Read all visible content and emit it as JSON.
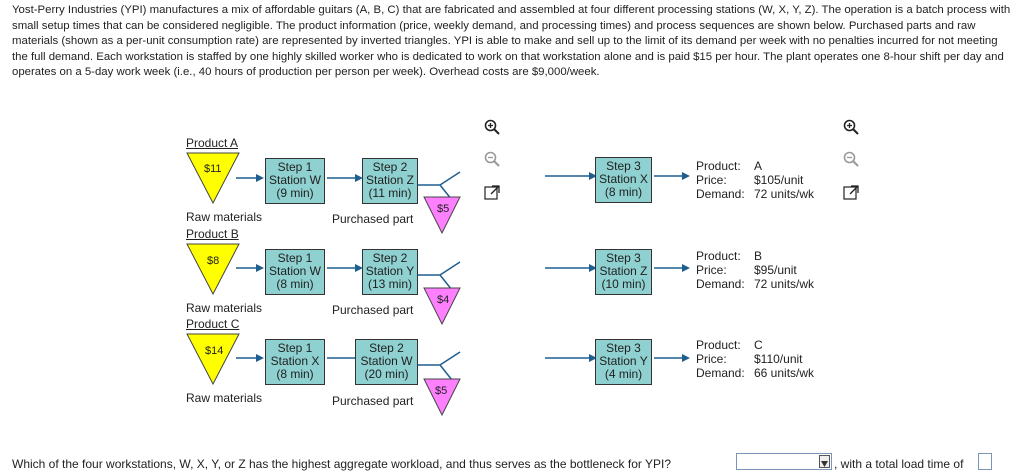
{
  "intro": "Yost-Perry Industries (YPI) manufactures a mix of affordable guitars (A, B, C) that are fabricated and assembled at four different processing stations (W, X, Y, Z). The operation is a batch process with small setup times that can be considered negligible. The product information (price, weekly demand, and processing times) and process sequences are shown below. Purchased parts and raw materials (shown as a per-unit consumption rate) are represented by inverted triangles. YPI is able to make and sell up to the limit of its demand per week with no penalties incurred for not meeting the full demand. Each workstation is staffed by one highly skilled worker who is dedicated to work on that workstation alone and is paid $15 per hour. The plant operates one 8-hour shift per day and operates on a 5-day work week (i.e., 40 hours of production per person per week). Overhead costs are $9,000/week.",
  "raw_label": "Raw materials",
  "purchased_label": "Purchased part",
  "products": [
    {
      "title": "Product A",
      "raw_cost": "$11",
      "purchased_cost": "$5",
      "step1": [
        "Step 1",
        "Station W",
        "(9 min)"
      ],
      "step2": [
        "Step 2",
        "Station Z",
        "(11 min)"
      ],
      "step3": [
        "Step 3",
        "Station X",
        "(8 min)"
      ],
      "info": {
        "product": "A",
        "price": "$105/unit",
        "demand": "72 units/wk"
      }
    },
    {
      "title": "Product B",
      "raw_cost": "$8",
      "purchased_cost": "$4",
      "step1": [
        "Step 1",
        "Station W",
        "(8 min)"
      ],
      "step2": [
        "Step 2",
        "Station Y",
        "(13 min)"
      ],
      "step3": [
        "Step 3",
        "Station Z",
        "(10 min)"
      ],
      "info": {
        "product": "B",
        "price": "$95/unit",
        "demand": "72 units/wk"
      }
    },
    {
      "title": "Product C",
      "raw_cost": "$14",
      "purchased_cost": "$5",
      "step1": [
        "Step 1",
        "Station X",
        "(8 min)"
      ],
      "step2": [
        "Step 2",
        "Station W",
        "(20 min)"
      ],
      "step3": [
        "Step 3",
        "Station Y",
        "(4 min)"
      ],
      "info": {
        "product": "C",
        "price": "$110/unit",
        "demand": "66 units/wk"
      }
    }
  ],
  "info_keys": {
    "product": "Product:",
    "price": "Price:",
    "demand": "Demand:"
  },
  "question": "Which of the four workstations, W, X, Y, or Z has the highest aggregate workload, and thus serves as the bottleneck for YPI?",
  "question2": ", with a total load time of",
  "colors": {
    "raw": "#ffff00",
    "purchased": "#ff80ff",
    "station": "#8fd0d0",
    "arrow": "#1f5f8f"
  }
}
